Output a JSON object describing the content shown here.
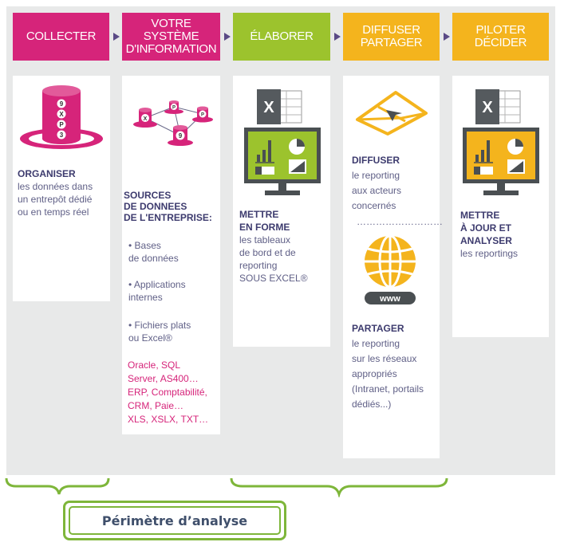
{
  "steps": [
    {
      "lines": [
        "COLLECTER"
      ],
      "color": "#d6247a"
    },
    {
      "lines": [
        "VOTRE",
        "SYSTÈME",
        "D'INFORMATION"
      ],
      "color": "#d6247a"
    },
    {
      "lines": [
        "ÉLABORER"
      ],
      "color": "#9cc32d"
    },
    {
      "lines": [
        "DIFFUSER",
        "PARTAGER"
      ],
      "color": "#f4b41d"
    },
    {
      "lines": [
        "PILOTER",
        "DÉCIDER"
      ],
      "color": "#f4b41d"
    }
  ],
  "col1": {
    "db_letters": [
      "9",
      "X",
      "P",
      "3"
    ],
    "title": "ORGANISER",
    "lines": [
      "les données dans",
      "un entrepôt dédié",
      "ou en temps réel"
    ]
  },
  "col2": {
    "node_letters": [
      "X",
      "P",
      "P",
      "9"
    ],
    "title_lines": [
      "SOURCES",
      "DE DONNEES",
      "DE L'ENTREPRISE:"
    ],
    "bullets": [
      [
        "• Bases",
        "de données"
      ],
      [
        "• Applications",
        "internes"
      ],
      [
        "• Fichiers plats",
        "ou Excel®"
      ]
    ],
    "examples": [
      "Oracle, SQL",
      "Server, AS400…",
      "ERP, Comptabilité,",
      "CRM, Paie…",
      "XLS, XSLX, TXT…"
    ]
  },
  "col3": {
    "excel_letter": "X",
    "title_lines": [
      "METTRE",
      "EN FORME"
    ],
    "lines": [
      "les tableaux",
      "de bord et de",
      "reporting",
      "SOUS EXCEL®"
    ]
  },
  "col4": {
    "title1": "DIFFUSER",
    "lines1": [
      "le reporting",
      "aux acteurs",
      "concernés"
    ],
    "separator": "………………………",
    "www_label": "www",
    "title2": "PARTAGER",
    "lines2": [
      "le reporting",
      "sur les réseaux",
      "appropriés",
      "(Intranet, portails",
      "dédiés...)"
    ]
  },
  "col5": {
    "excel_letter": "X",
    "title_lines": [
      "METTRE",
      "À JOUR ET",
      "ANALYSER"
    ],
    "lines": [
      "les reportings"
    ]
  },
  "footer": {
    "label": "Périmètre d’analyse"
  }
}
